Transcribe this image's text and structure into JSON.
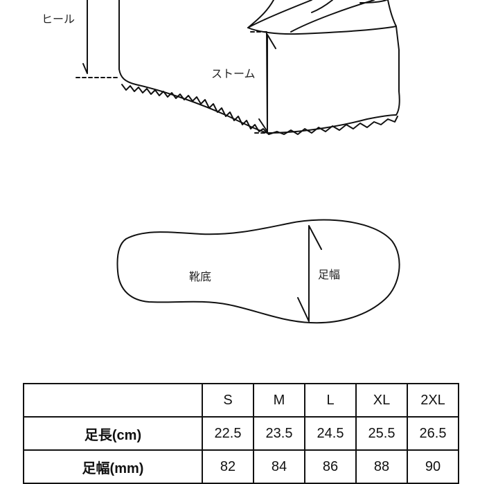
{
  "diagram": {
    "heel_label": "ヒール",
    "platform_label": "ストーム",
    "sole_label": "靴底",
    "foot_width_label": "足幅"
  },
  "size_table": {
    "corner": "",
    "sizes": [
      "S",
      "M",
      "L",
      "XL",
      "2XL"
    ],
    "rows": [
      {
        "label": "足長(cm)",
        "values": [
          "22.5",
          "23.5",
          "24.5",
          "25.5",
          "26.5"
        ]
      },
      {
        "label": "足幅(mm)",
        "values": [
          "82",
          "84",
          "86",
          "88",
          "90"
        ]
      }
    ]
  }
}
